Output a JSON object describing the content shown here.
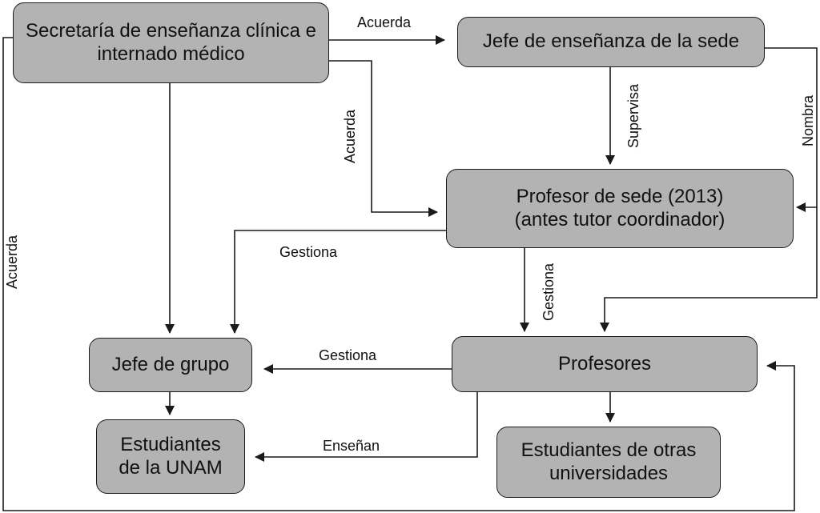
{
  "diagram": {
    "nodes": {
      "secretaria": {
        "line1": "Secretaría de enseñanza clínica e",
        "line2": "internado médico"
      },
      "jefe_ensenanza": {
        "line1": "Jefe de enseñanza de la sede"
      },
      "profesor_sede": {
        "line1": "Profesor de sede (2013)",
        "line2": "(antes tutor coordinador)"
      },
      "jefe_grupo": {
        "line1": "Jefe de grupo"
      },
      "profesores": {
        "line1": "Profesores"
      },
      "estudiantes_unam": {
        "line1": "Estudiantes",
        "line2": "de la UNAM"
      },
      "estudiantes_otras": {
        "line1": "Estudiantes de otras",
        "line2": "universidades"
      }
    },
    "edges": {
      "acuerda_top": "Acuerda",
      "acuerda_mid": "Acuerda",
      "acuerda_left": "Acuerda",
      "supervisa": "Supervisa",
      "nombra": "Nombra",
      "gestiona_left": "Gestiona",
      "gestiona_vert": "Gestiona",
      "gestiona_prof": "Gestiona",
      "ensenan": "Enseñan"
    }
  }
}
